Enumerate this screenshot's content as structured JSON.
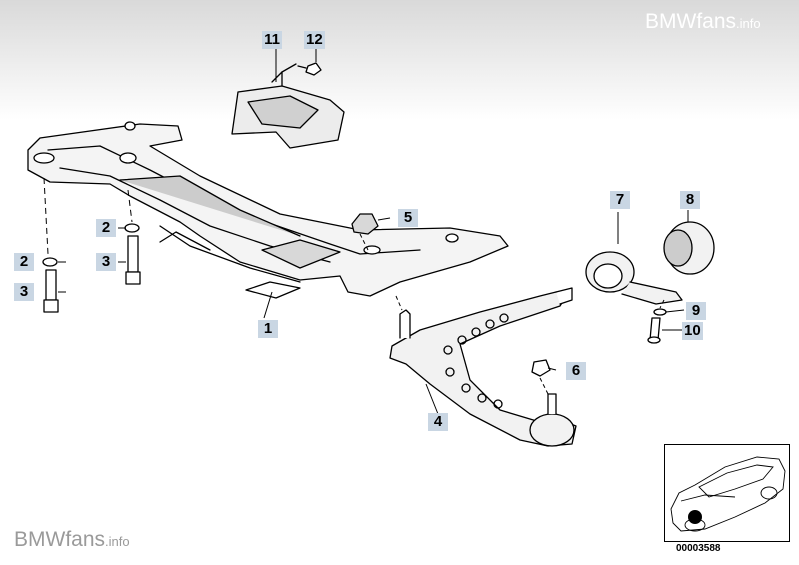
{
  "watermark": {
    "brand": "BMWfans",
    "suffix": ".info"
  },
  "callouts": [
    {
      "id": "c1",
      "label": "1"
    },
    {
      "id": "c2a",
      "label": "2"
    },
    {
      "id": "c2b",
      "label": "2"
    },
    {
      "id": "c3a",
      "label": "3"
    },
    {
      "id": "c3b",
      "label": "3"
    },
    {
      "id": "c4",
      "label": "4"
    },
    {
      "id": "c5",
      "label": "5"
    },
    {
      "id": "c6",
      "label": "6"
    },
    {
      "id": "c7",
      "label": "7"
    },
    {
      "id": "c8",
      "label": "8"
    },
    {
      "id": "c9",
      "label": "9"
    },
    {
      "id": "c10",
      "label": "10"
    },
    {
      "id": "c11",
      "label": "11"
    },
    {
      "id": "c12",
      "label": "12"
    }
  ],
  "inset": {
    "part_number": "00003588"
  }
}
